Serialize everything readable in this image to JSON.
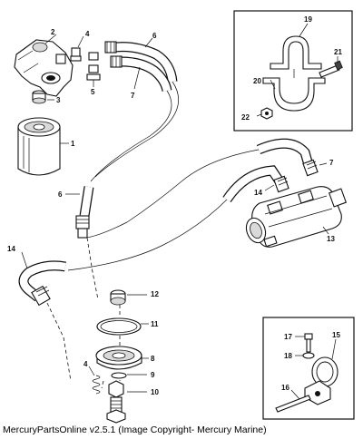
{
  "caption": "MercuryPartsOnline v2.5.1 (Image Copyright- Mercury Marine)",
  "callouts": {
    "c1": "1",
    "c2": "2",
    "c3": "3",
    "c4a": "4",
    "c4b": "4",
    "c5": "5",
    "c6a": "6",
    "c6b": "6",
    "c7a": "7",
    "c7b": "7",
    "c8": "8",
    "c9": "9",
    "c10": "10",
    "c11": "11",
    "c12": "12",
    "c13": "13",
    "c14a": "14",
    "c14b": "14",
    "c15": "15",
    "c16": "16",
    "c17": "17",
    "c18": "18",
    "c19": "19",
    "c20": "20",
    "c21": "21",
    "c22": "22"
  }
}
